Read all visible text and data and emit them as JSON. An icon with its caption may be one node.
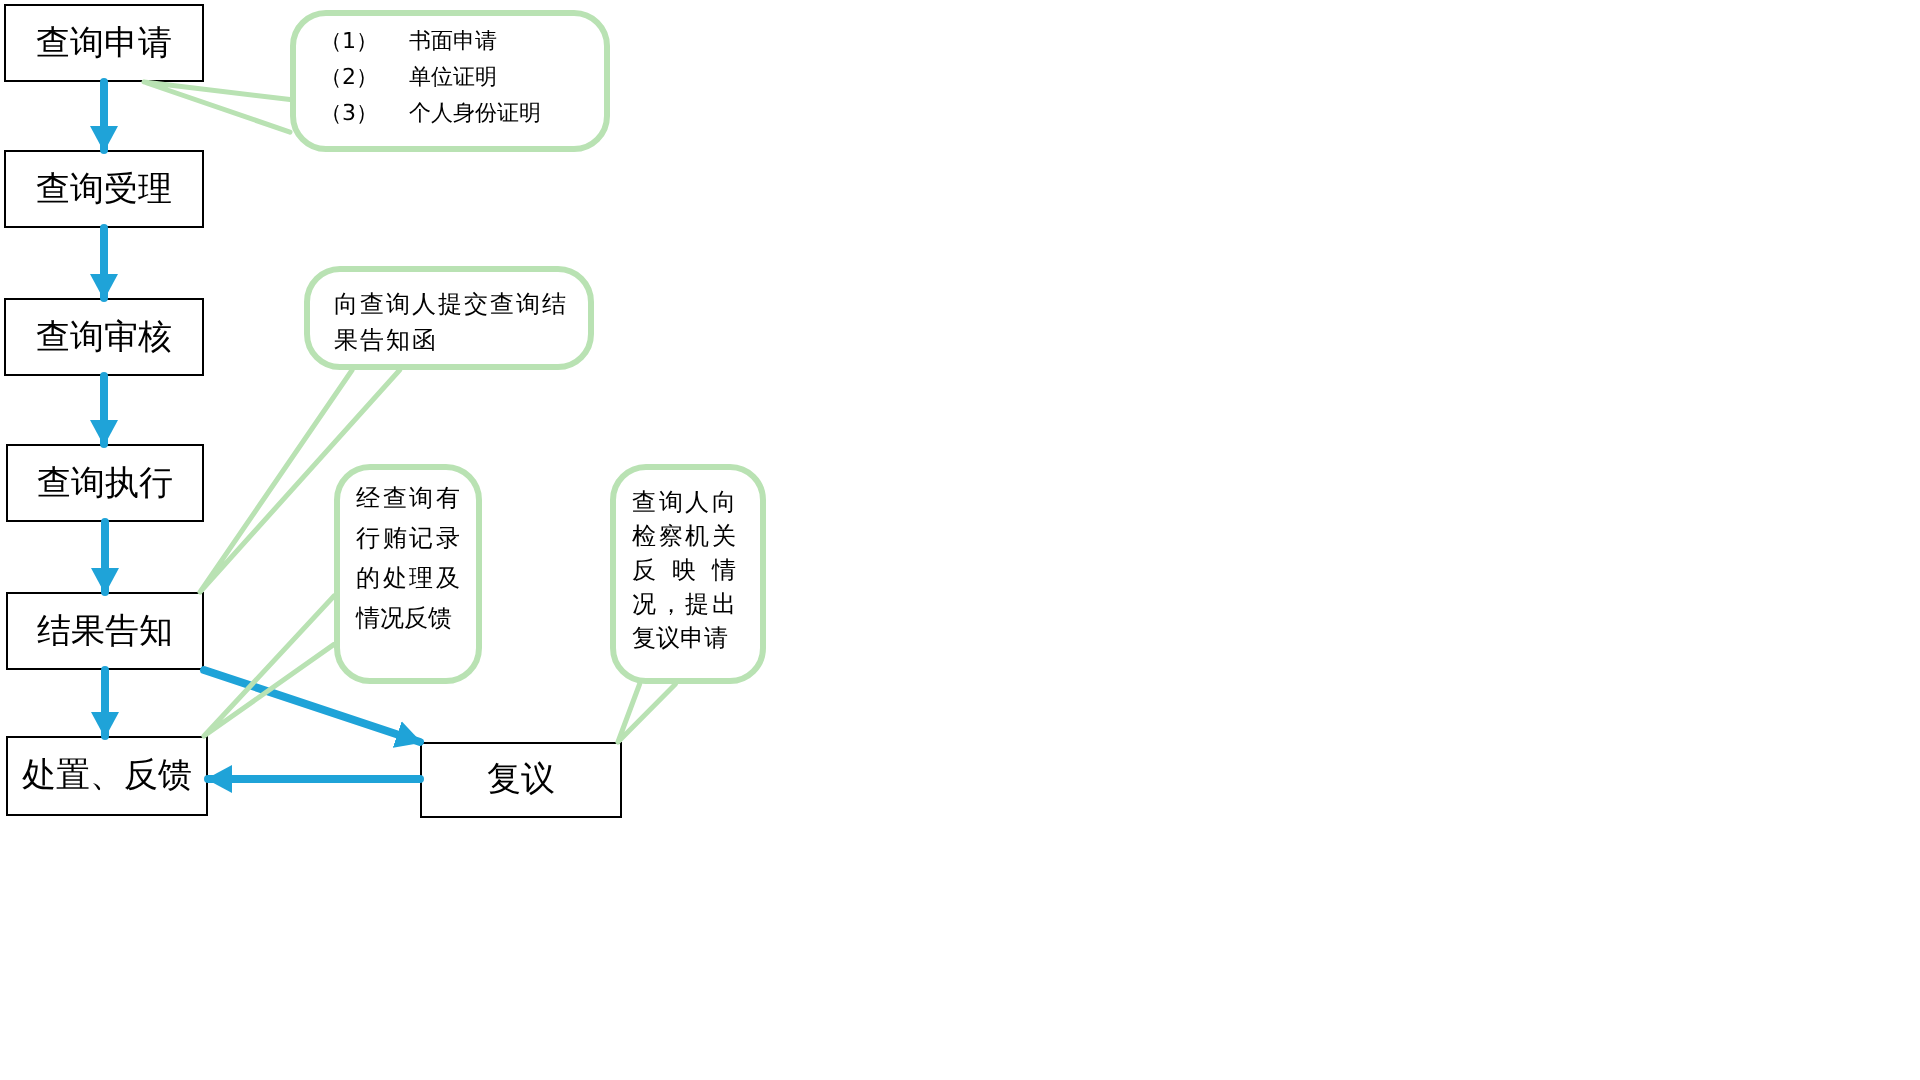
{
  "diagram": {
    "nodes": [
      {
        "text": [
          "查询申请"
        ]
      },
      {
        "text": [
          "查询受理"
        ]
      },
      {
        "text": [
          "查询审核"
        ]
      },
      {
        "text": [
          "查询执行"
        ]
      },
      {
        "text": [
          "结果告知"
        ]
      },
      {
        "text": [
          "处置、反馈"
        ]
      },
      {
        "text": [
          "复议"
        ]
      },
      {
        "text": [
          "（1） 书面申请",
          "（2） 单位证明",
          "（3） 个人身份证明"
        ]
      },
      {
        "text": [
          "向查询人提交查询结果告知函"
        ]
      },
      {
        "text": [
          "经查询有行贿记录的处理及情况反馈"
        ]
      },
      {
        "text": [
          "查询人向检察机关反映情况，提出复议申请"
        ]
      }
    ],
    "edges": [
      {
        "from": 0,
        "to": 1,
        "arrow": "to"
      },
      {
        "from": 1,
        "to": 2,
        "arrow": "to"
      },
      {
        "from": 2,
        "to": 3,
        "arrow": "to"
      },
      {
        "from": 3,
        "to": 4,
        "arrow": "to"
      },
      {
        "from": 4,
        "to": 5,
        "arrow": "to"
      },
      {
        "from": 4,
        "to": 6,
        "arrow": "to"
      },
      {
        "from": 6,
        "to": 5,
        "arrow": "to"
      },
      {
        "from": 7,
        "to": 0,
        "arrow": "none",
        "color": "#b9e2b3"
      },
      {
        "from": 8,
        "to": 4,
        "arrow": "none",
        "color": "#b9e2b3"
      },
      {
        "from": 9,
        "to": 5,
        "arrow": "none",
        "color": "#b9e2b3"
      },
      {
        "from": 10,
        "to": 6,
        "arrow": "none",
        "color": "#b9e2b3"
      }
    ]
  }
}
